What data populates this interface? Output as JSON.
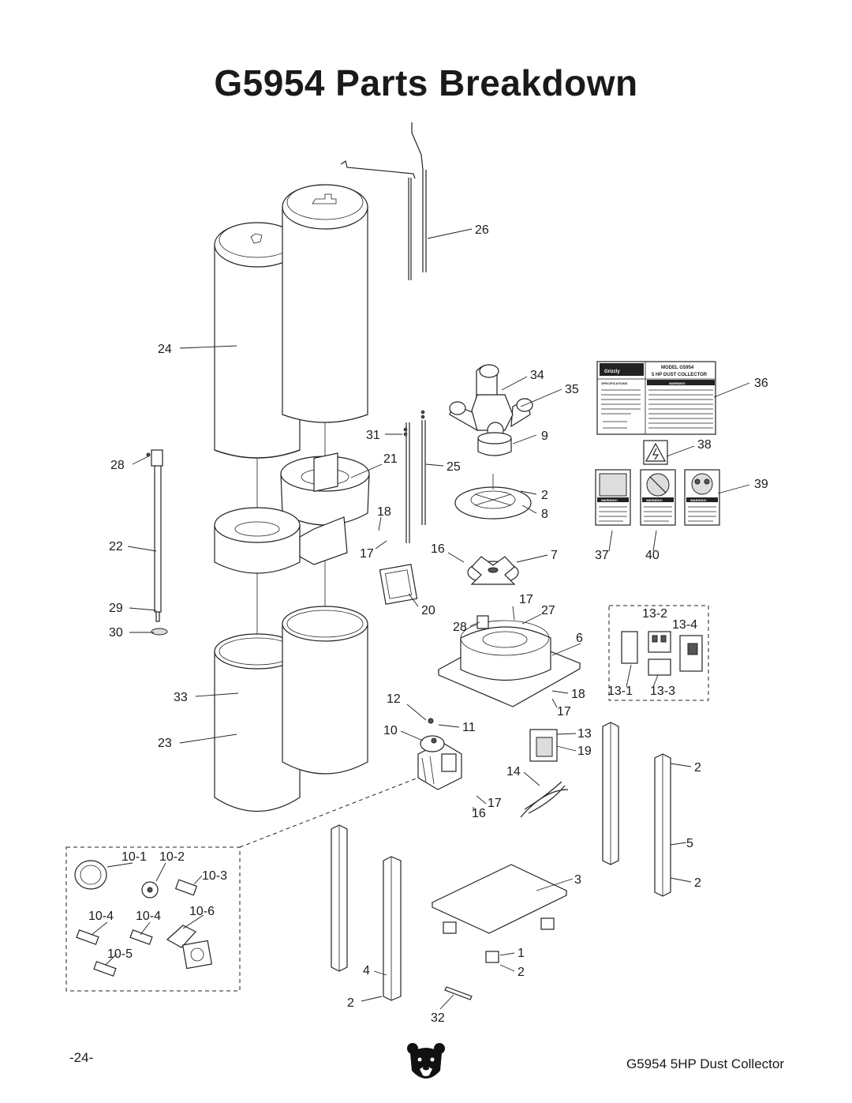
{
  "title": "G5954 Parts Breakdown",
  "footer": {
    "page_number": "-24-",
    "model_text": "G5954 5HP Dust Collector"
  },
  "logo": {
    "icon": "bear-head-icon",
    "alt": "Grizzly bear logo"
  },
  "decal_spec": {
    "brand": "Grizzly",
    "model": "MODEL G5954",
    "subtitle": "5 HP DUST COLLECTOR",
    "specs_header": "SPECIFICATIONS",
    "warning_header": "WARNING!"
  },
  "decal_warnings": {
    "warning_1": "WARNING!",
    "warning_2": "WARNING!",
    "warning_3": "WARNING!"
  },
  "part_labels": {
    "p26": "26",
    "p24": "24",
    "p34": "34",
    "p35": "35",
    "p36": "36",
    "p31": "31",
    "p9": "9",
    "p38": "38",
    "p28a": "28",
    "p21": "21",
    "p25": "25",
    "p2a": "2",
    "p39": "39",
    "p18a": "18",
    "p8": "8",
    "p22": "22",
    "p17a": "17",
    "p16a": "16",
    "p7": "7",
    "p37": "37",
    "p40": "40",
    "p29": "29",
    "p20": "20",
    "p17b": "17",
    "p27": "27",
    "p13_2": "13-2",
    "p13_4": "13-4",
    "p30": "30",
    "p28b": "28",
    "p6": "6",
    "p33": "33",
    "p12": "12",
    "p18b": "18",
    "p13_1": "13-1",
    "p13_3": "13-3",
    "p17c": "17",
    "p10": "10",
    "p11": "11",
    "p13": "13",
    "p23": "23",
    "p19": "19",
    "p14": "14",
    "p2b": "2",
    "p17d": "17",
    "p16b": "16",
    "p10_1": "10-1",
    "p10_2": "10-2",
    "p5": "5",
    "p10_3": "10-3",
    "p3": "3",
    "p2c": "2",
    "p10_4a": "10-4",
    "p10_4b": "10-4",
    "p10_6": "10-6",
    "p10_5": "10-5",
    "p1": "1",
    "p4": "4",
    "p2d": "2",
    "p2e": "2",
    "p32": "32"
  }
}
